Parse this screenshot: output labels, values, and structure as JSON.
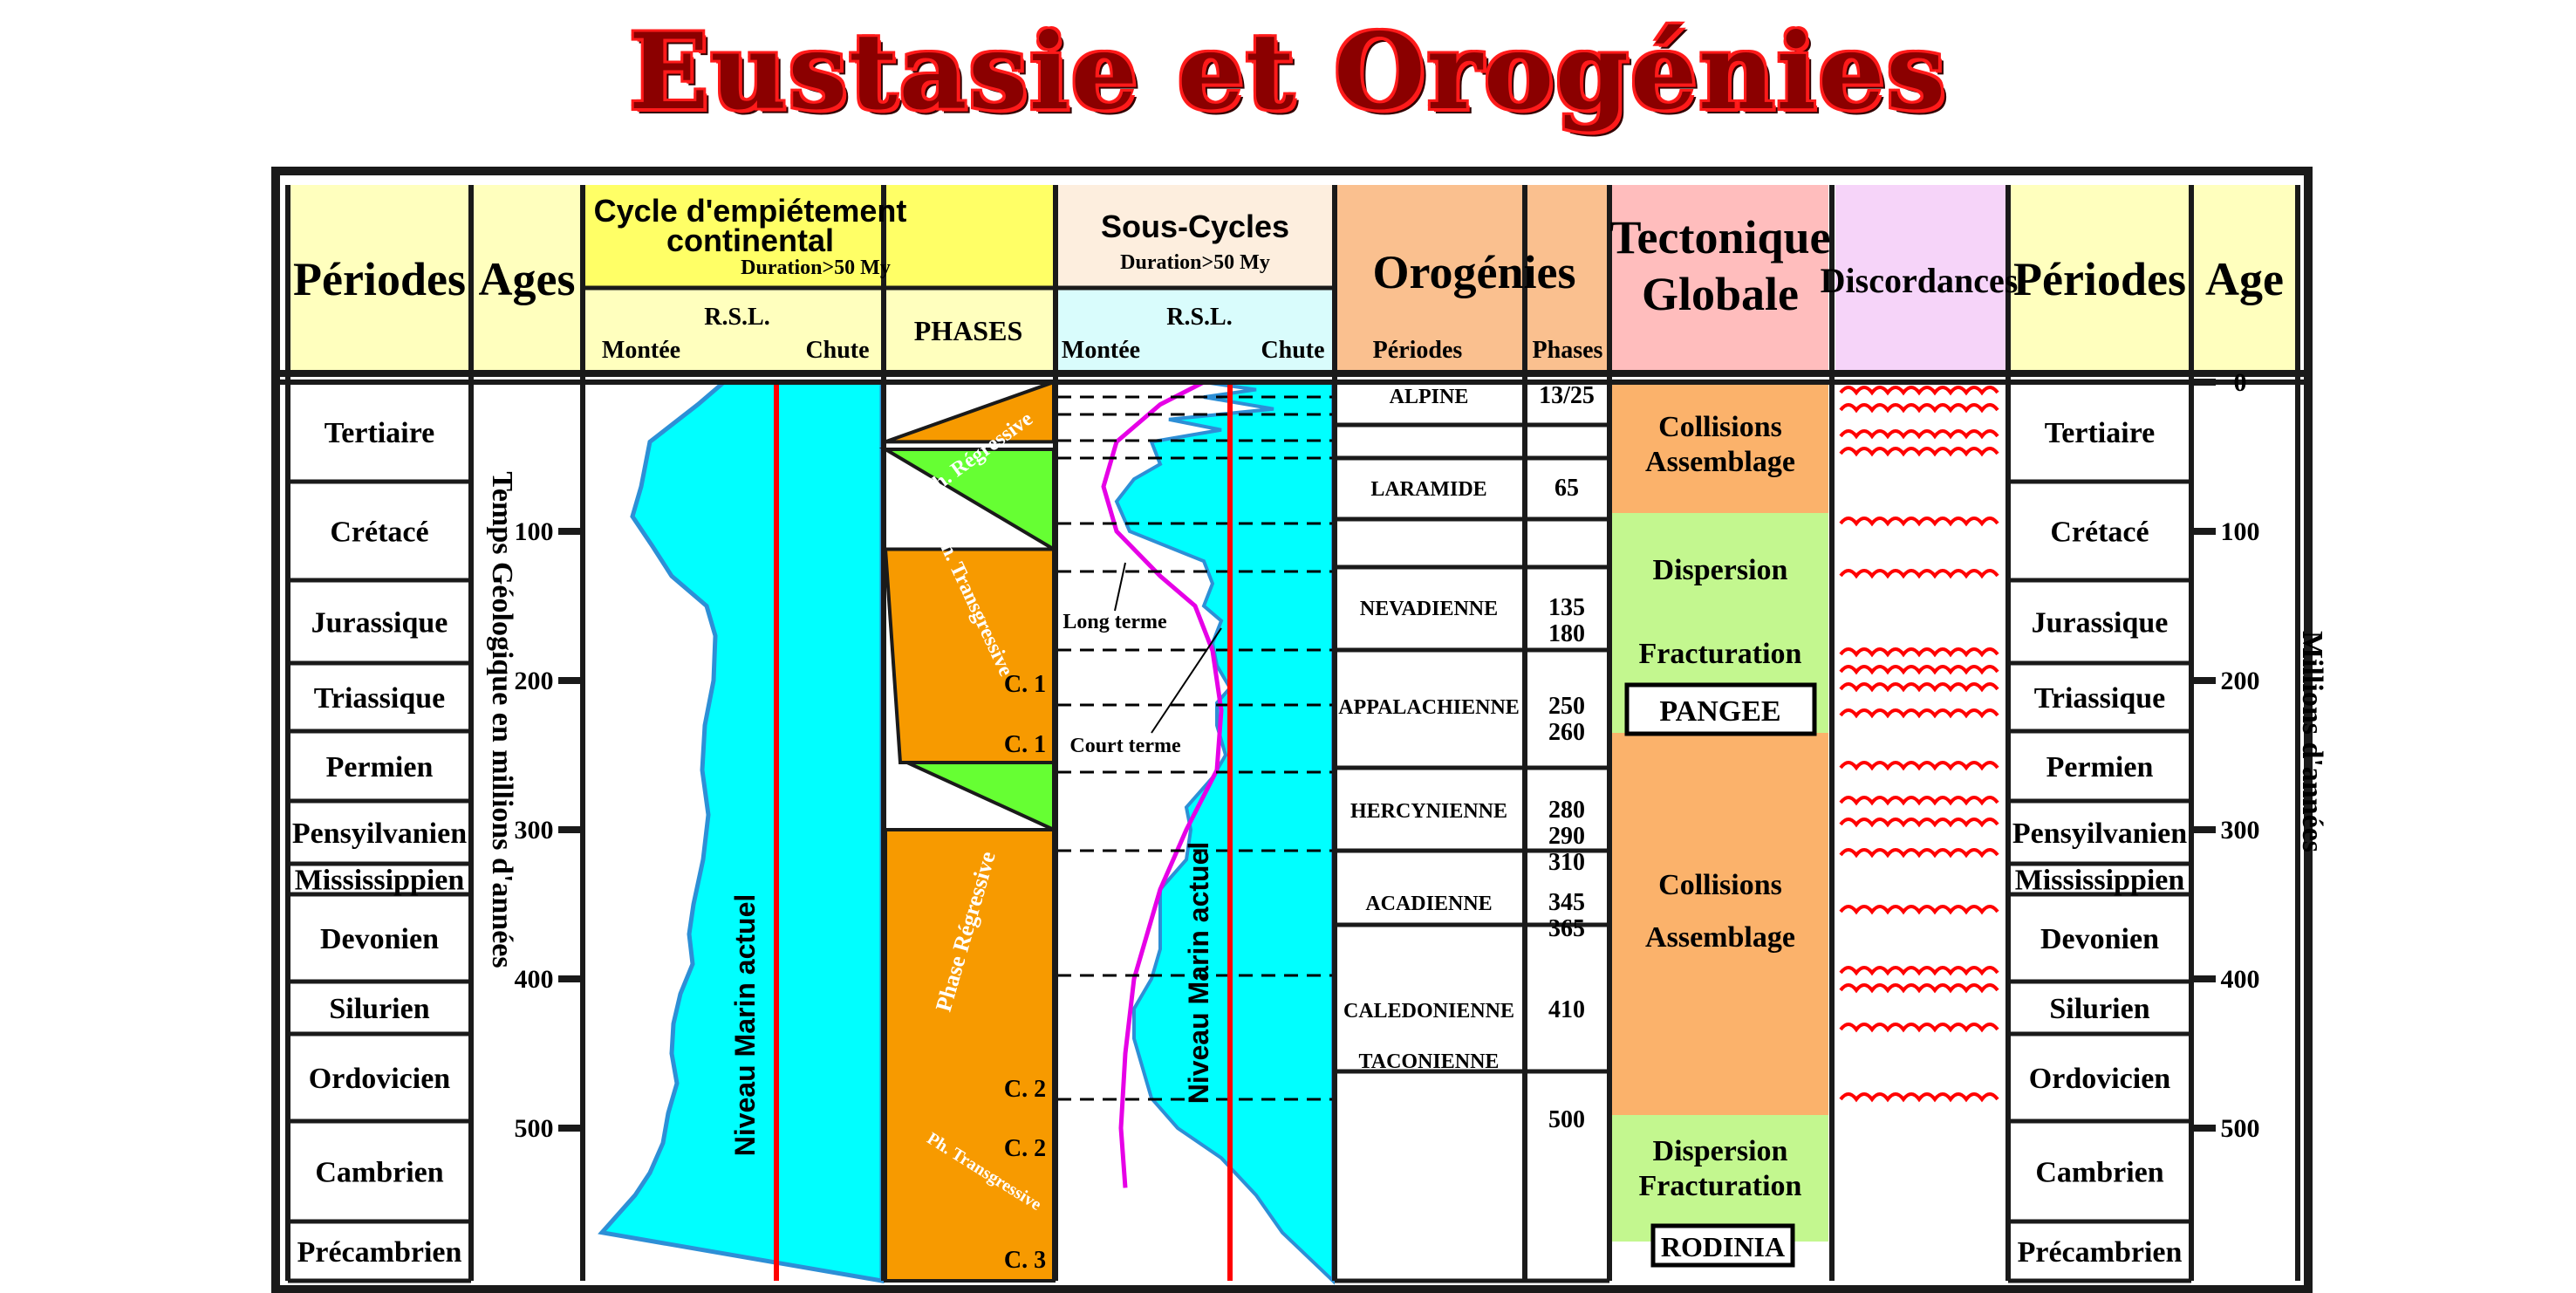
{
  "title": "Eustasie et Orogénies",
  "headers": {
    "periodes": "Périodes",
    "ages": "Ages",
    "cycle_title_line1": "Cycle d'empiétement",
    "cycle_title_line2": "continental",
    "cycle_duration": "Duration>50 My",
    "rsl": "R.S.L.",
    "montee": "Montée",
    "chute": "Chute",
    "phases": "PHASES",
    "sous_cycles": "Sous-Cycles",
    "sous_duration": "Duration>50 My",
    "orogenies": "Orogénies",
    "oro_periodes": "Périodes",
    "oro_phases": "Phases",
    "tectonique_line1": "Tectonique",
    "tectonique_line2": "Globale",
    "discordances": "Discordances",
    "periodes_right": "Périodes",
    "age_right": "Age"
  },
  "periods": [
    "Tertiaire",
    "Crétacé",
    "Jurassique",
    "Triassique",
    "Permien",
    "Pensyilvanien",
    "Mississippien",
    "Devonien",
    "Silurien",
    "Ordovicien",
    "Cambrien",
    "Précambrien"
  ],
  "age_axis_left": {
    "label": "Temps Géologique en millions d'années",
    "ticks": [
      "100",
      "200",
      "300",
      "400",
      "500"
    ]
  },
  "age_axis_right": {
    "label": "Millions d'années",
    "ticks": [
      "0",
      "100",
      "200",
      "300",
      "400",
      "500"
    ]
  },
  "niveau_marin": "Niveau Marin actuel",
  "phase_labels": {
    "ph_regressive": "Ph. Régressive",
    "ph_transgressive": "Ph. Transgressive",
    "phase_regressive": "Phase Régressive",
    "ph_transgressive_2": "Ph. Transgressive",
    "c1_a": "C. 1",
    "c1_b": "C. 1",
    "c2_a": "C. 2",
    "c2_b": "C. 2",
    "c3": "C. 3"
  },
  "sous_cycles_labels": {
    "long_terme": "Long terme",
    "court_terme": "Court terme"
  },
  "orogenies": [
    {
      "name": "ALPINE",
      "phases": [
        "13/25"
      ]
    },
    {
      "name": "LARAMIDE",
      "phases": [
        "65"
      ]
    },
    {
      "name": "NEVADIENNE",
      "phases": [
        "135",
        "180"
      ]
    },
    {
      "name": "APPALACHIENNE",
      "phases": [
        "250",
        "260"
      ]
    },
    {
      "name": "HERCYNIENNE",
      "phases": [
        "280",
        "290",
        "310"
      ]
    },
    {
      "name": "ACADIENNE",
      "phases": [
        "345",
        "365"
      ]
    },
    {
      "name": "CALEDONIENNE",
      "phases": [
        "410"
      ]
    },
    {
      "name": "TACONIENNE",
      "phases": []
    },
    {
      "name": "",
      "phases": [
        "500"
      ]
    }
  ],
  "tectonique": [
    {
      "lines": [
        "Collisions",
        "Assemblage"
      ]
    },
    {
      "lines": [
        "Dispersion",
        "Fracturation"
      ]
    },
    {
      "box": "PANGEE"
    },
    {
      "lines": [
        "Collisions",
        "Assemblage"
      ]
    },
    {
      "lines": [
        "Dispersion",
        "Fracturation"
      ]
    },
    {
      "box": "RODINIA"
    }
  ],
  "colors": {
    "frame": "#1a1a1a",
    "header_yellow": "#ffffbe",
    "cycle_yellow": "#ffff66",
    "sous_cycles_bg": "#fdeede",
    "rsl_sous_bg": "#d9fcfc",
    "orogenies_bg": "#fac08f",
    "tectonique_header": "#ffbdbd",
    "discordances_header": "#f6d4f9",
    "sea_cyan": "#00ffff",
    "sea_edge": "#2d8fd6",
    "phase_orange": "#f79a00",
    "phase_green": "#66ff33",
    "tect_orange": "#fbb26b",
    "tect_green": "#c3f78f",
    "red_line": "#ff0000",
    "magenta_line": "#e600e6"
  }
}
